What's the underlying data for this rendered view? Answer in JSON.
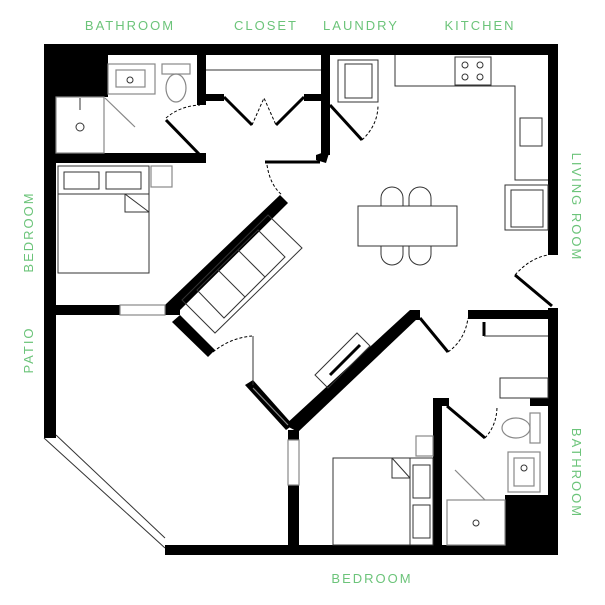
{
  "labels": {
    "bathroom_top": "BATHROOM",
    "closet": "CLOSET",
    "laundry": "LAUNDRY",
    "kitchen": "KITCHEN",
    "living_room": "LIVING ROOM",
    "bedroom_left": "BEDROOM",
    "patio": "PATIO",
    "bathroom_right": "BATHROOM",
    "bedroom_bottom": "BEDROOM"
  },
  "colors": {
    "label": "#6cc47a",
    "wall": "#000000"
  }
}
